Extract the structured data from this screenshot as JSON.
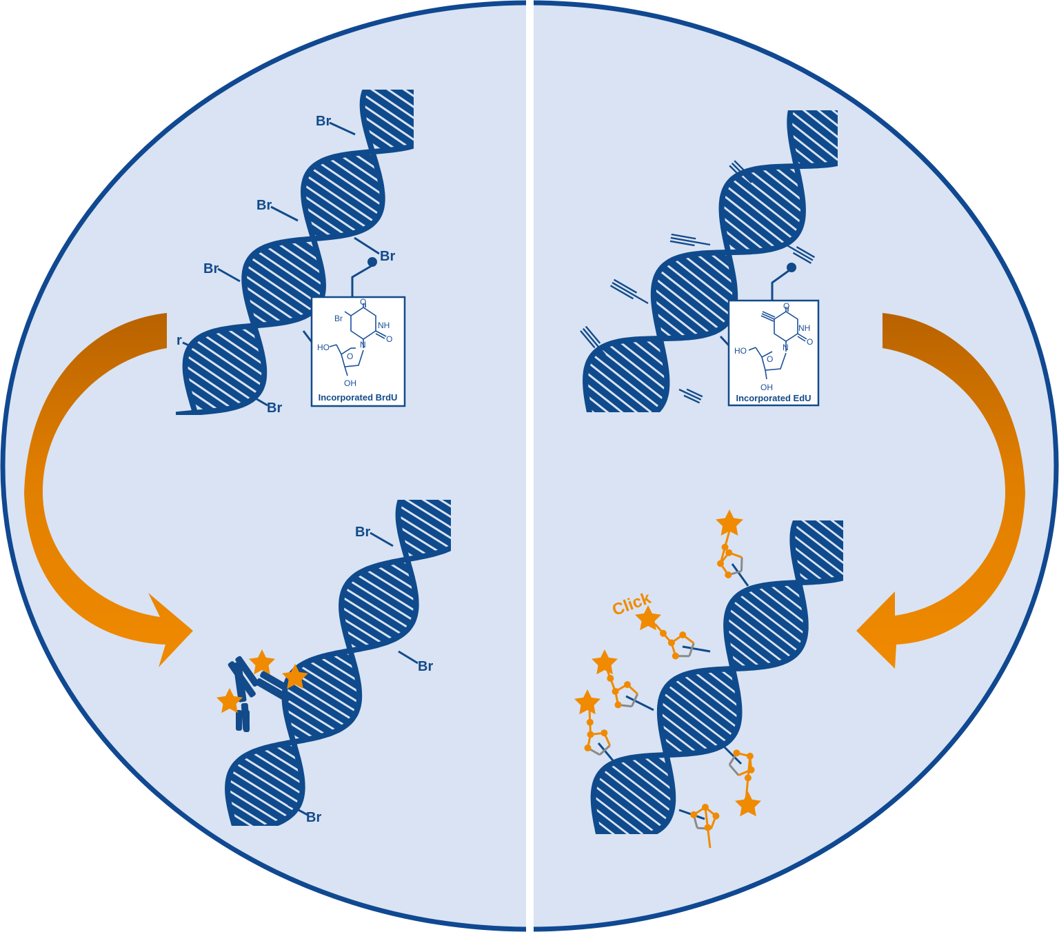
{
  "colors": {
    "background": "#d9e3f3",
    "border": "#104891",
    "dna": "#0f4a8c",
    "divider": "#ffffff",
    "accent_orange": "#f08a00",
    "accent_orange_dark": "#b86200",
    "linker_gray": "#8a8a8a"
  },
  "left_panel": {
    "bromine_label": "Br",
    "partial_bromine_label": "r",
    "structure": {
      "substituent": "Br",
      "nh": "NH",
      "o_top": "O",
      "o_side": "O",
      "n": "N",
      "ring_o": "O",
      "ho": "HO",
      "oh": "OH",
      "caption": "Incorporated BrdU"
    },
    "detection": "antibody-with-fluorophore-stars"
  },
  "right_panel": {
    "click_label": "Click",
    "structure": {
      "nh": "NH",
      "o_top": "O",
      "o_side": "O",
      "n": "N",
      "ring_o": "O",
      "ho": "HO",
      "oh": "OH",
      "caption": "Incorporated EdU"
    },
    "detection": "click-chemistry-azide-with-fluorophore-stars"
  },
  "icons": {
    "left_arrow": "curved-arrow-down-right-icon",
    "right_arrow": "curved-arrow-down-left-icon",
    "star": "star-icon",
    "antibody": "antibody-icon",
    "alkyne": "alkyne-icon",
    "triazole": "triazole-icon"
  }
}
